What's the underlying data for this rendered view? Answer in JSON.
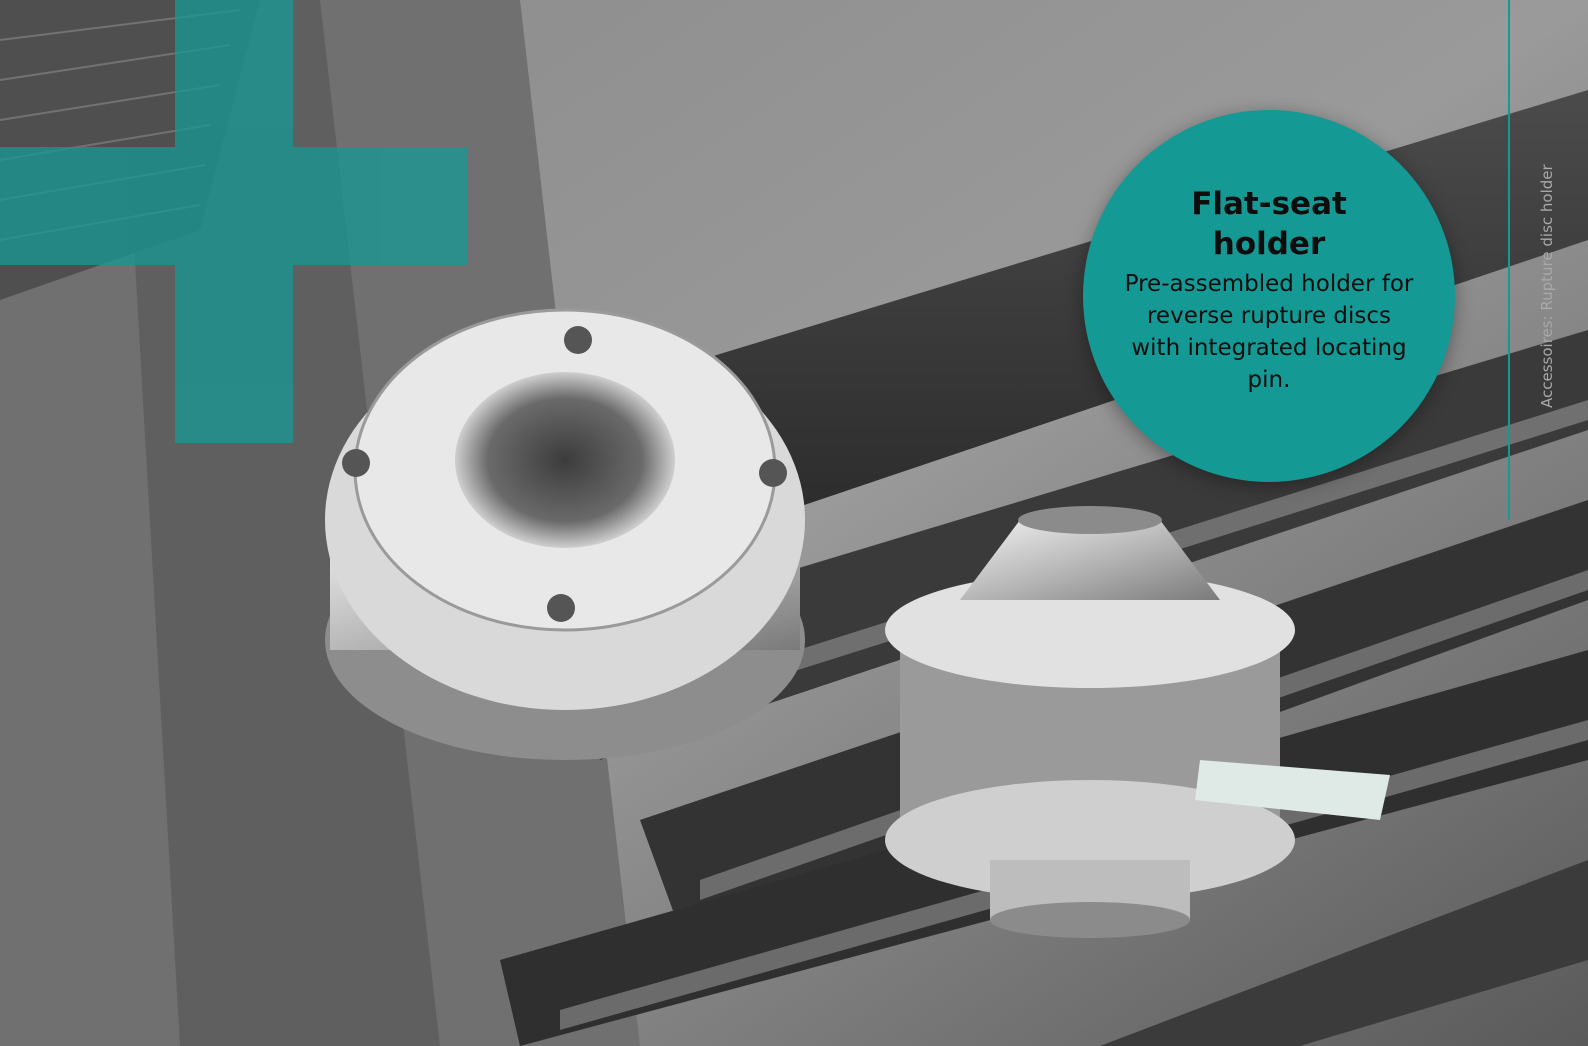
{
  "callout": {
    "title": "Flat-seat holder",
    "body": "Pre-assembled holder for reverse rupture discs with integrated locating pin."
  },
  "side_label": "Accessoires: Rupture disc holder",
  "colors": {
    "accent": "#159994",
    "background": "#6e6e6e"
  }
}
